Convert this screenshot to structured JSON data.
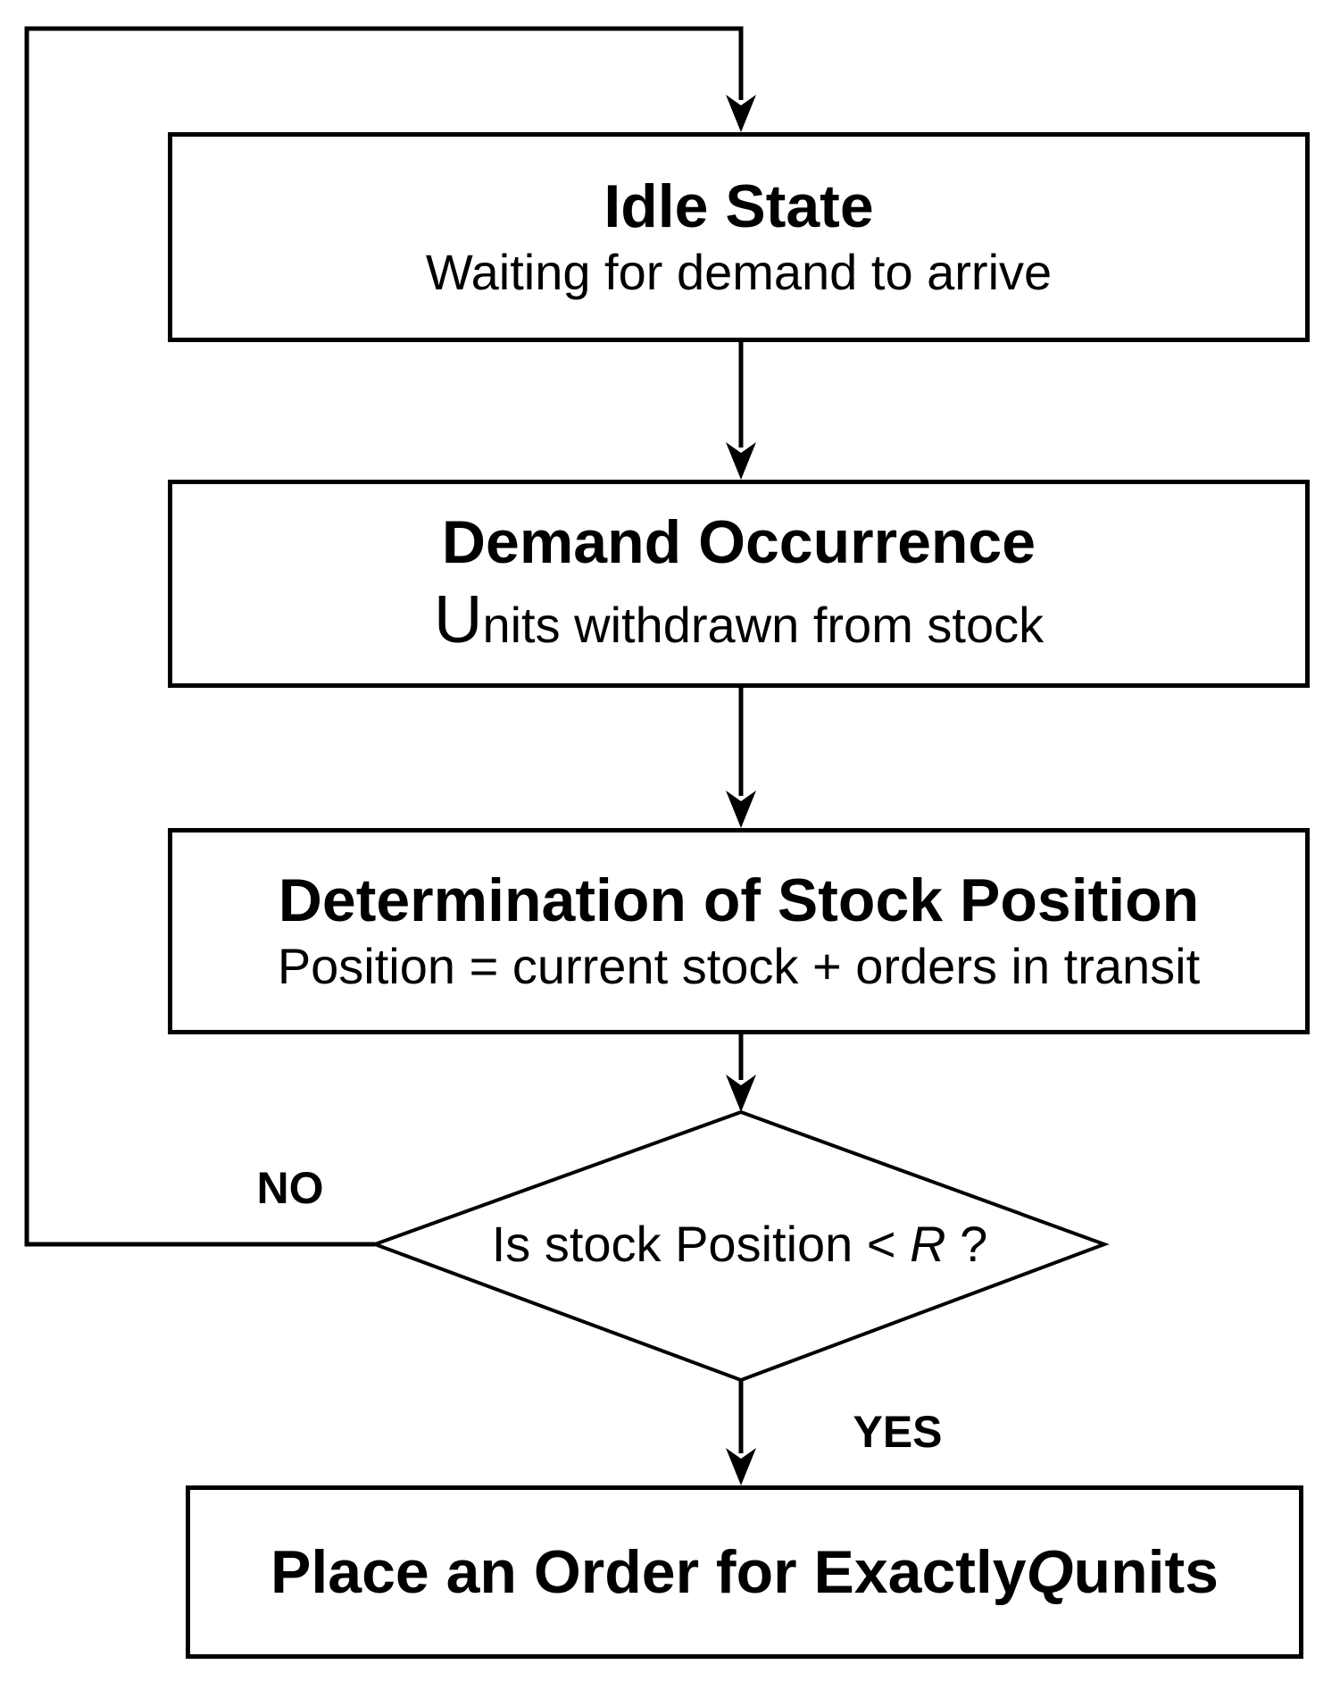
{
  "flowchart": {
    "steps": [
      {
        "title": "Idle State",
        "subtitle": "Waiting for demand to arrive"
      },
      {
        "title": "Demand Occurrence",
        "subtitle": "Units withdrawn from stock"
      },
      {
        "title": "Determination of Stock Position",
        "subtitle": "Position = current stock + orders in transit"
      }
    ],
    "decision": {
      "prefix": "Is stock Position < ",
      "variable": "R",
      "suffix": " ?"
    },
    "branch_labels": {
      "no": "NO",
      "yes": "YES"
    },
    "action": {
      "prefix": "Place an Order for Exactly ",
      "variable": "Q",
      "suffix": " units"
    },
    "colors": {
      "ink": "#000000",
      "paper": "#ffffff"
    }
  }
}
